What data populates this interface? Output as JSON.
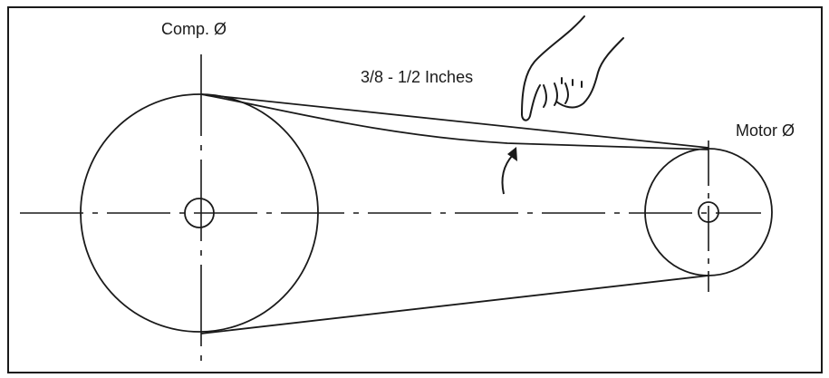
{
  "labels": {
    "compressor_pulley": "Comp. Ø",
    "belt_deflection": "3/8 - 1/2 Inches",
    "motor_pulley": "Motor Ø"
  },
  "icons": {
    "hand": "pointing-hand-icon",
    "arrow": "curved-up-arrow-icon"
  },
  "colors": {
    "stroke": "#1a1a1a",
    "background": "#ffffff"
  }
}
